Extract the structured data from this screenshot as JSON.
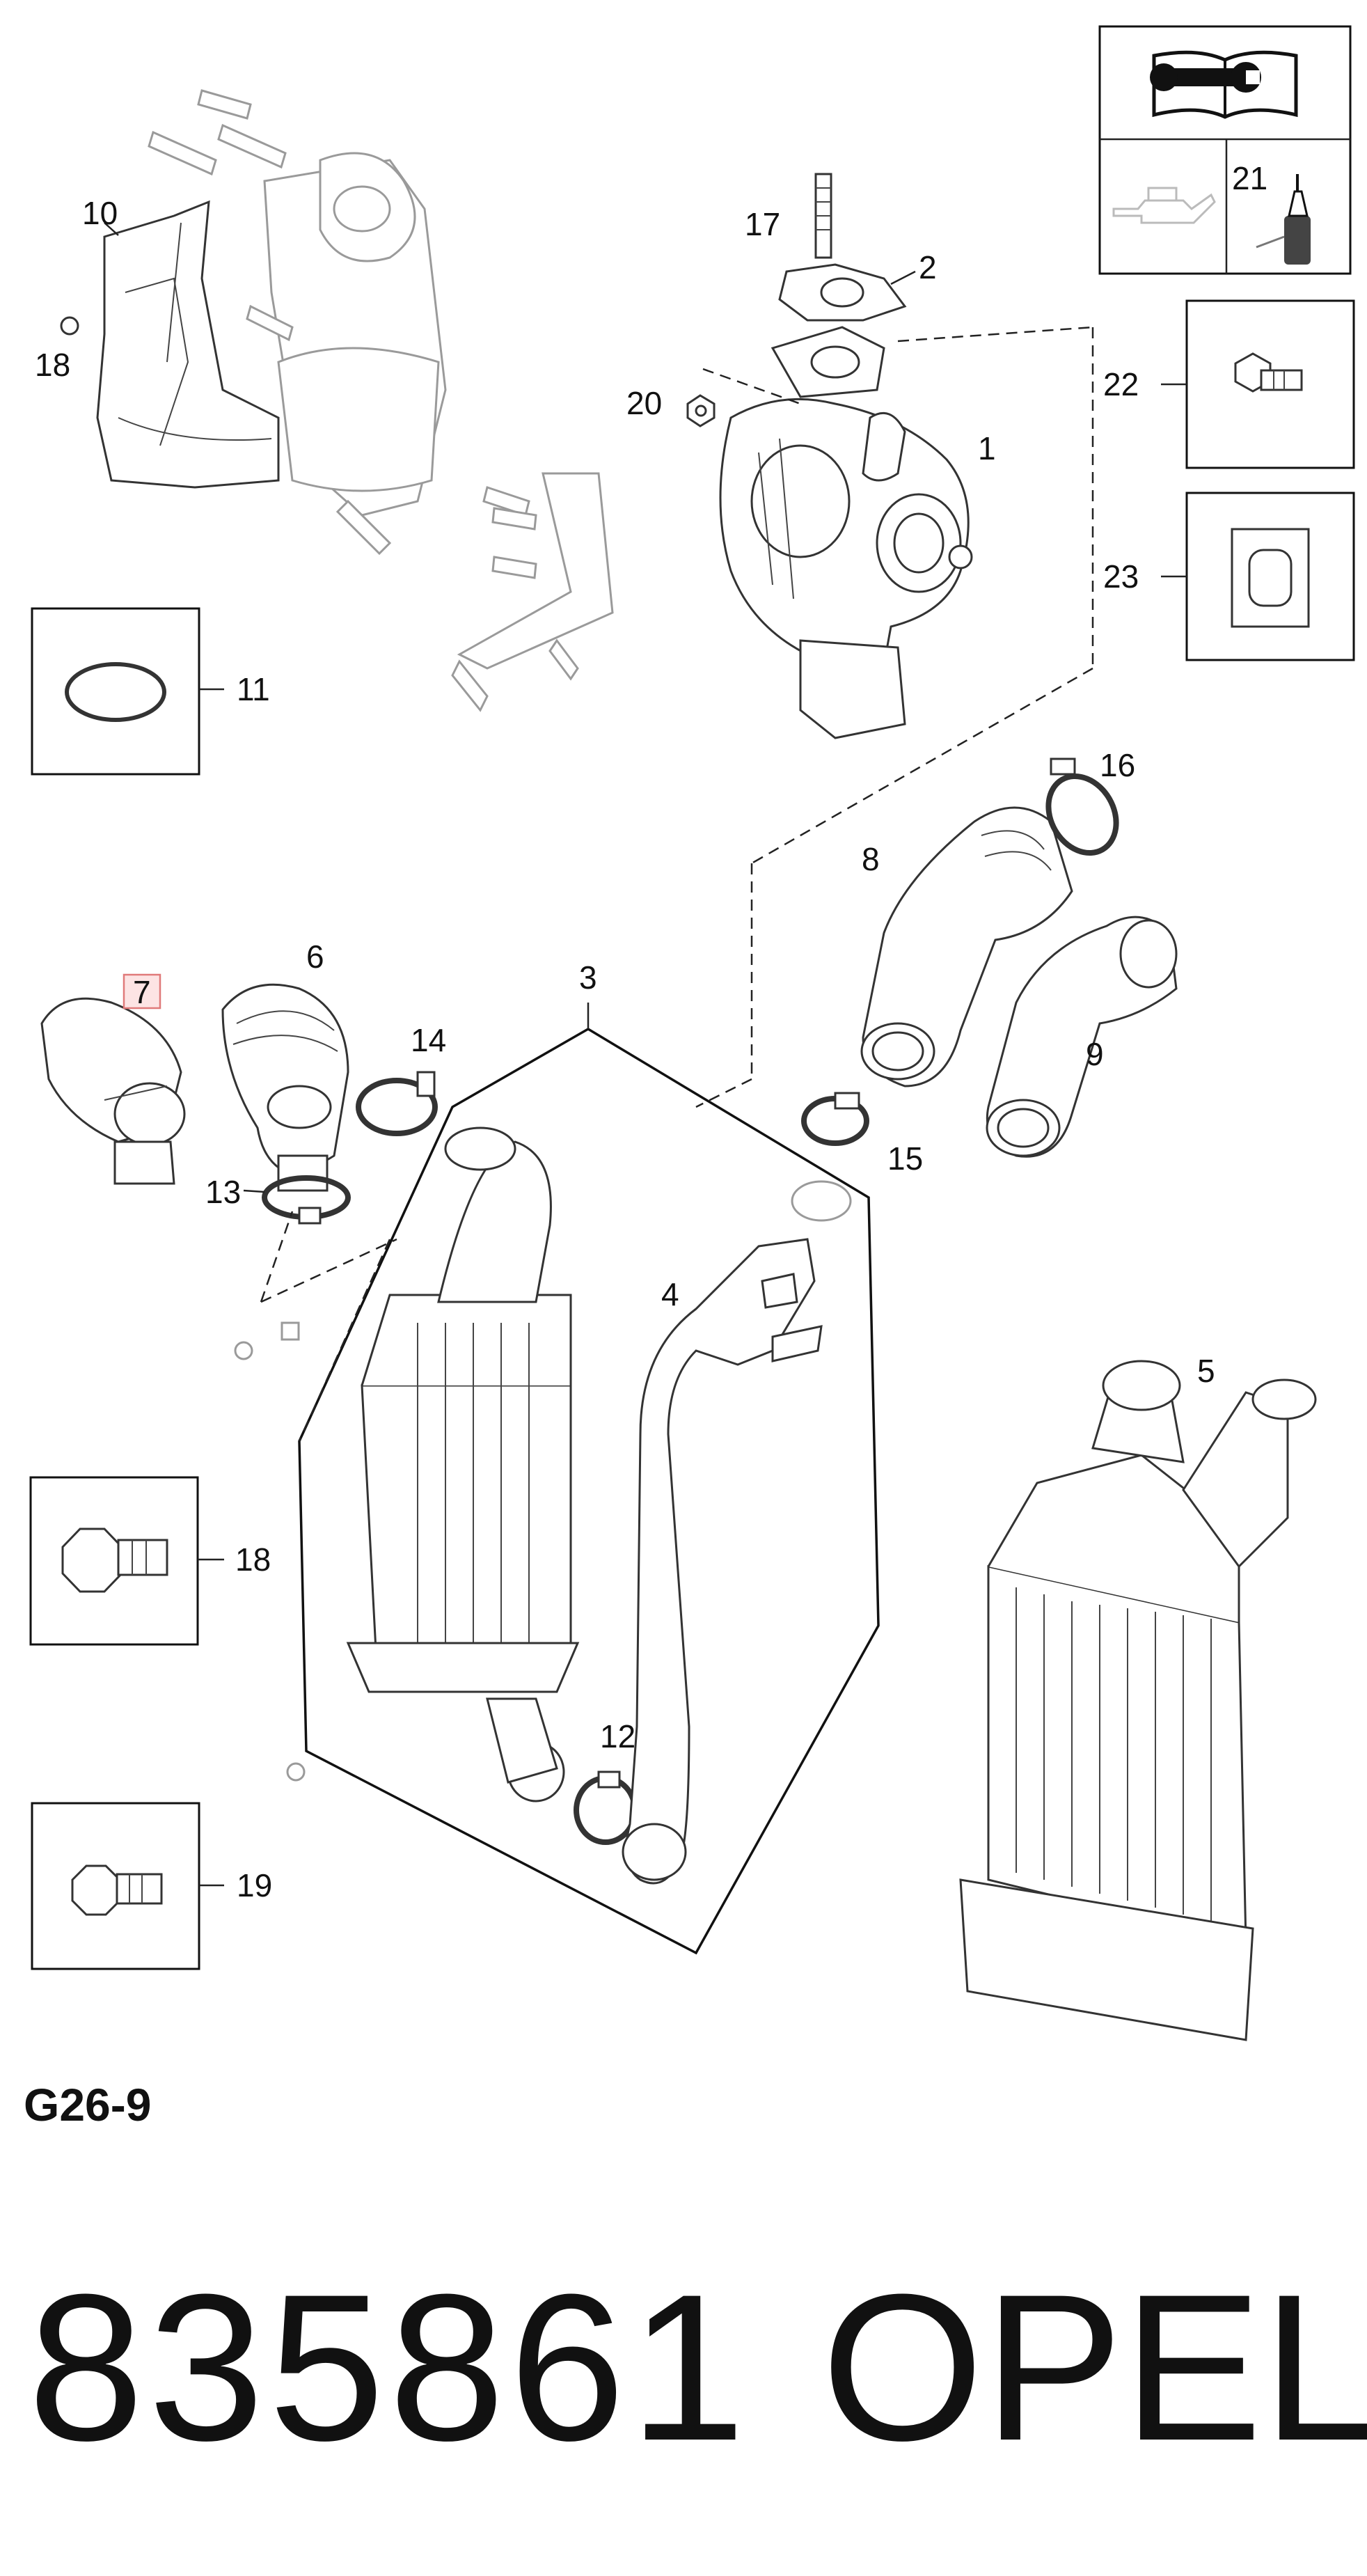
{
  "callouts": {
    "c1": "1",
    "c2": "2",
    "c3": "3",
    "c4": "4",
    "c5": "5",
    "c6": "6",
    "c7": "7",
    "c8": "8",
    "c9": "9",
    "c10": "10",
    "c11": "11",
    "c12": "12",
    "c13": "13",
    "c14": "14",
    "c15": "15",
    "c16": "16",
    "c17": "17",
    "c18a": "18",
    "c18b": "18",
    "c19": "19",
    "c20": "20",
    "c21": "21",
    "c22": "22",
    "c23": "23"
  },
  "footer": {
    "diagram_code": "G26-9",
    "part_number": "835861",
    "brand": "OPEL"
  },
  "colors": {
    "line": "#333333",
    "highlight_border": "#e07a7a",
    "highlight_fill": "#fde4e4"
  }
}
